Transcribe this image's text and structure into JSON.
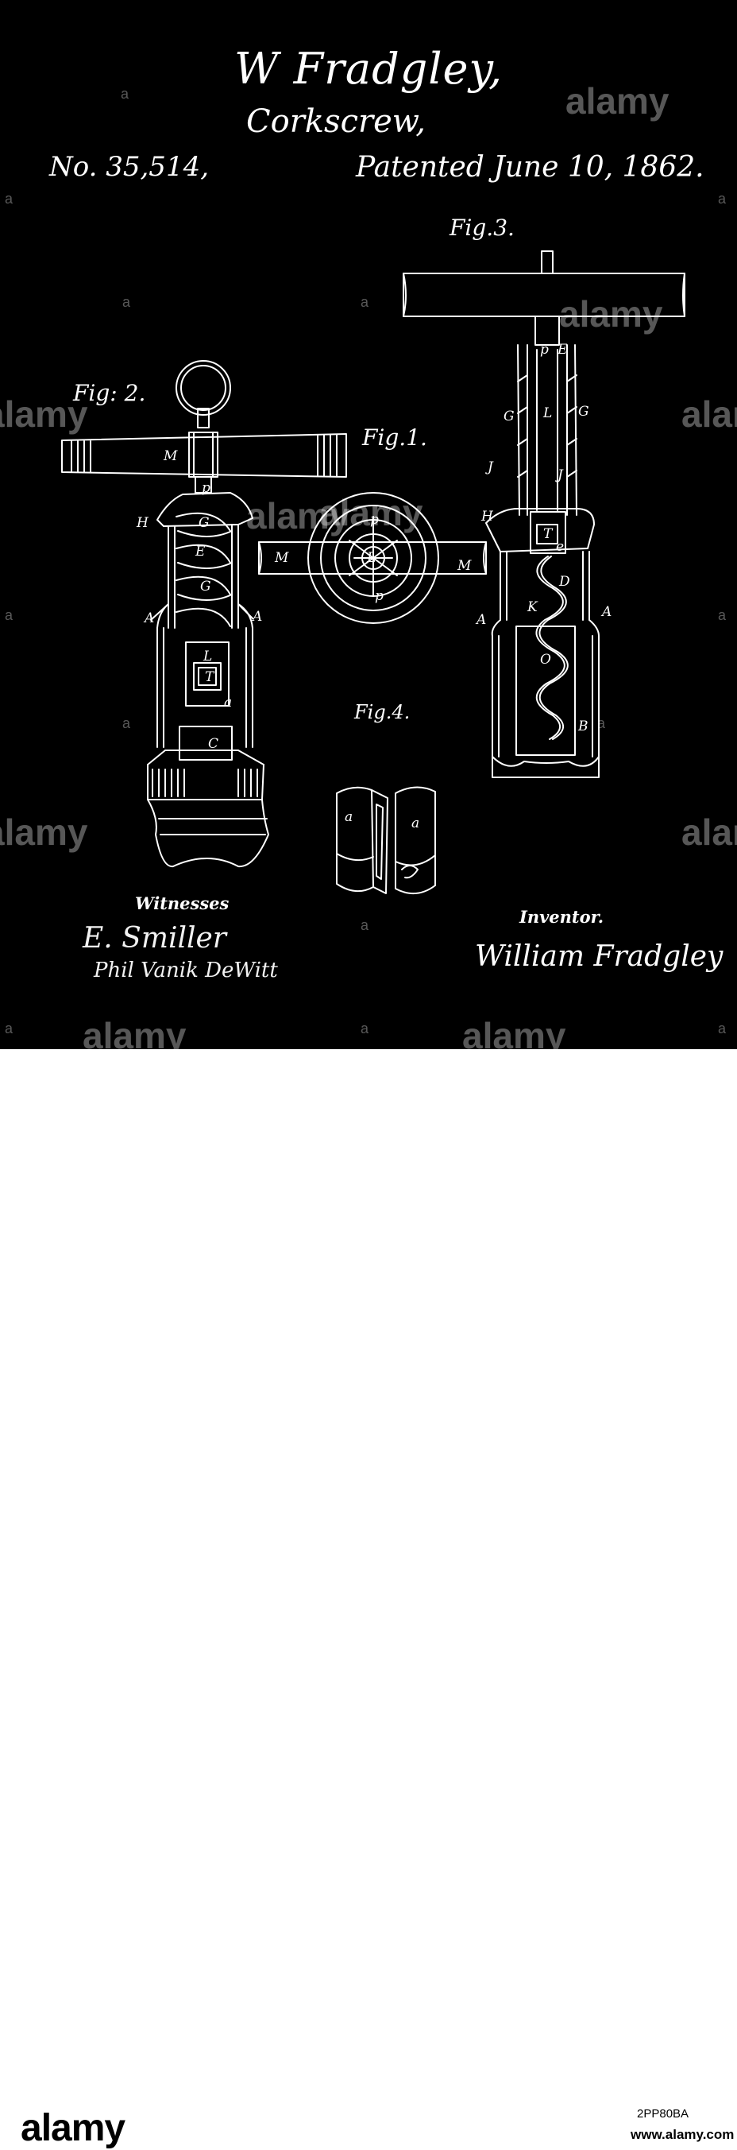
{
  "patent": {
    "inventor_header": "W Fradgley,",
    "subject": "Corkscrew,",
    "number": "No. 35,514,",
    "date": "Patented June 10, 1862."
  },
  "figures": {
    "fig1": "Fig.1.",
    "fig2": "Fig: 2.",
    "fig3": "Fig.3.",
    "fig4": "Fig.4."
  },
  "labels": {
    "fig2": [
      "M",
      "p",
      "H",
      "G",
      "E",
      "G",
      "A",
      "A",
      "L",
      "T",
      "a",
      "C"
    ],
    "fig1": [
      "M",
      "M",
      "p",
      "p",
      "L"
    ],
    "fig3": [
      "p",
      "E",
      "G",
      "L",
      "G",
      "J",
      "J",
      "H",
      "T",
      "e",
      "D",
      "K",
      "A",
      "A",
      "O",
      "B"
    ],
    "fig4": [
      "a",
      "a"
    ]
  },
  "signatures": {
    "witnesses_label": "Witnesses",
    "witness1": "E. Smiller",
    "witness2": "Phil Vanik DeWitt",
    "inventor_label": "Inventor.",
    "inventor_name": "William Fradgley"
  },
  "watermark": {
    "brand": "alamy",
    "small": "a"
  },
  "footer": {
    "brand": "alamy",
    "image_id": "2PP80BA",
    "site": "www.alamy.com"
  },
  "colors": {
    "background": "#000000",
    "ink": "#ffffff",
    "footer_bg": "#ffffff"
  }
}
